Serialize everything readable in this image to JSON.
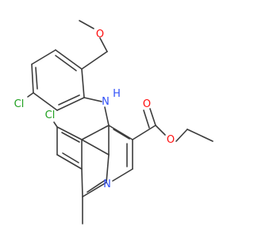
{
  "molecule": {
    "atoms": {
      "o_methoxy": "O",
      "n_amine": "N",
      "h_amine": "H",
      "cl_aryl": "Cl",
      "cl_quinoline": "Cl",
      "o_carbonyl": "O",
      "o_ester": "O",
      "n_ring": "N"
    },
    "colors": {
      "bond": "#3c3c3c",
      "oxygen": "#ff0d0d",
      "nitrogen": "#3050f8",
      "chlorine": "#1fa01f"
    }
  }
}
